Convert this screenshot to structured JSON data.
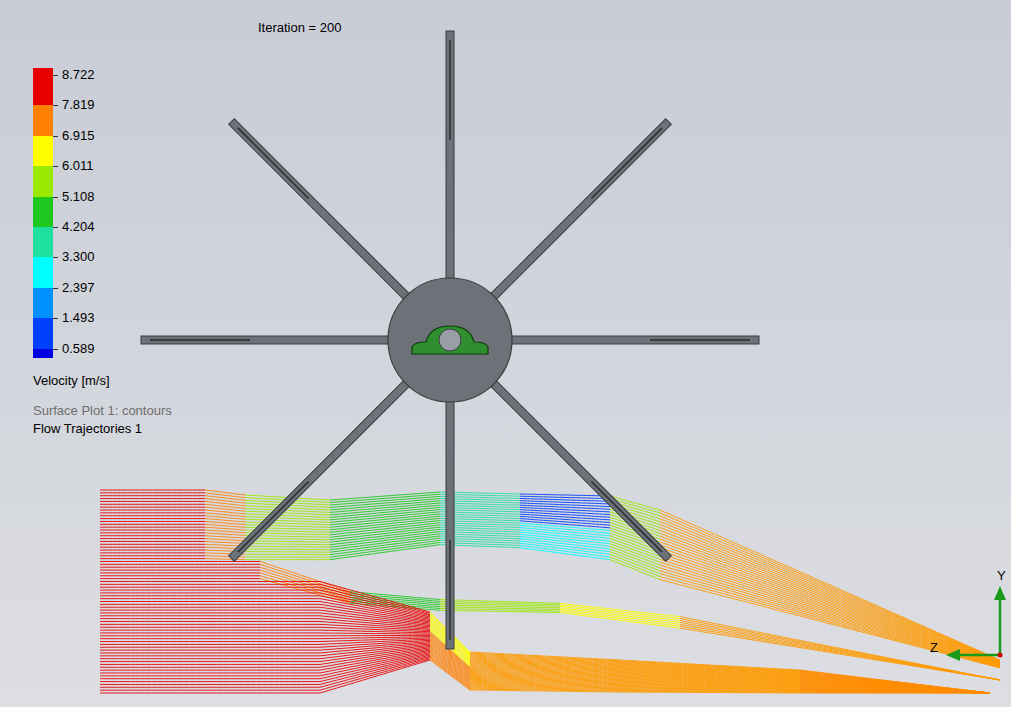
{
  "diagram": {
    "title": "Iteration = 200",
    "labels": [
      "Velocity [m/s]",
      "Surface Plot 1: contours",
      "Flow Trajectories 1",
      "Y",
      "Z"
    ],
    "legend": [
      {
        "text": "8.722",
        "color": "#e80000"
      },
      {
        "text": "7.819",
        "color": "#ff7f00"
      },
      {
        "text": "6.915",
        "color": "#ffff00"
      },
      {
        "text": "6.011",
        "color": "#9be800"
      },
      {
        "text": "5.108",
        "color": "#1ec81e"
      },
      {
        "text": "4.204",
        "color": "#20e0a0"
      },
      {
        "text": "3.300",
        "color": "#00ffff"
      },
      {
        "text": "2.397",
        "color": "#0090ff"
      },
      {
        "text": "1.493",
        "color": "#0040ff"
      },
      {
        "text": "0.589",
        "color": "#0000e0"
      }
    ]
  }
}
